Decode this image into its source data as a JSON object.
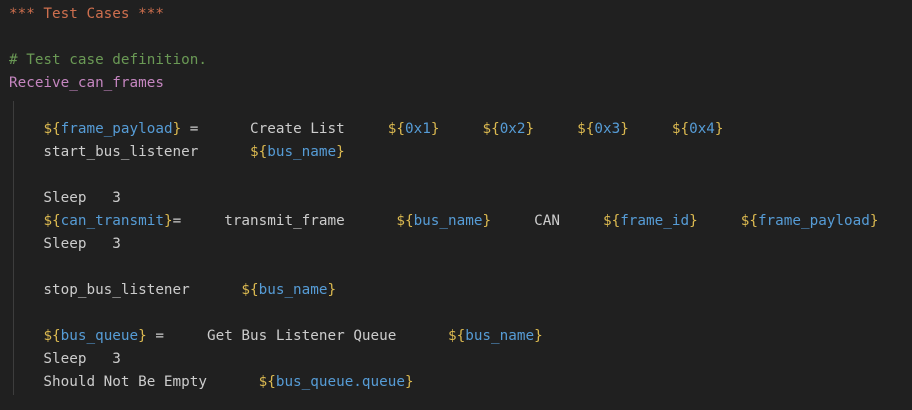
{
  "editor": {
    "language_hint": "robotframework-test-file"
  },
  "colors": {
    "background": "#202020",
    "text": "#CCCCCC",
    "header": "#CE6F4E",
    "comment": "#6A9955",
    "testcase": "#C586C0",
    "vd": "#DBB950",
    "vn": "#569CD6",
    "indentGuide": "#3D3D3D"
  },
  "code": {
    "lines": [
      [
        {
          "t": "*** Test Cases ***",
          "c": "header"
        }
      ],
      [],
      [
        {
          "t": "# Test case definition.",
          "c": "comment"
        }
      ],
      [
        {
          "t": "Receive_can_frames",
          "c": "testcase"
        }
      ],
      [],
      [
        {
          "t": "    ",
          "c": "text"
        },
        {
          "t": "${",
          "c": "vd"
        },
        {
          "t": "frame_payload",
          "c": "vn"
        },
        {
          "t": "}",
          "c": "vd"
        },
        {
          "t": " =      Create List     ",
          "c": "text"
        },
        {
          "t": "${",
          "c": "vd"
        },
        {
          "t": "0x1",
          "c": "vn"
        },
        {
          "t": "}",
          "c": "vd"
        },
        {
          "t": "     ",
          "c": "text"
        },
        {
          "t": "${",
          "c": "vd"
        },
        {
          "t": "0x2",
          "c": "vn"
        },
        {
          "t": "}",
          "c": "vd"
        },
        {
          "t": "     ",
          "c": "text"
        },
        {
          "t": "${",
          "c": "vd"
        },
        {
          "t": "0x3",
          "c": "vn"
        },
        {
          "t": "}",
          "c": "vd"
        },
        {
          "t": "     ",
          "c": "text"
        },
        {
          "t": "${",
          "c": "vd"
        },
        {
          "t": "0x4",
          "c": "vn"
        },
        {
          "t": "}",
          "c": "vd"
        }
      ],
      [
        {
          "t": "    start_bus_listener      ",
          "c": "text"
        },
        {
          "t": "${",
          "c": "vd"
        },
        {
          "t": "bus_name",
          "c": "vn"
        },
        {
          "t": "}",
          "c": "vd"
        }
      ],
      [],
      [
        {
          "t": "    Sleep   3",
          "c": "text"
        }
      ],
      [
        {
          "t": "    ",
          "c": "text"
        },
        {
          "t": "${",
          "c": "vd"
        },
        {
          "t": "can_transmit",
          "c": "vn"
        },
        {
          "t": "}",
          "c": "vd"
        },
        {
          "t": "=     transmit_frame      ",
          "c": "text"
        },
        {
          "t": "${",
          "c": "vd"
        },
        {
          "t": "bus_name",
          "c": "vn"
        },
        {
          "t": "}",
          "c": "vd"
        },
        {
          "t": "     CAN     ",
          "c": "text"
        },
        {
          "t": "${",
          "c": "vd"
        },
        {
          "t": "frame_id",
          "c": "vn"
        },
        {
          "t": "}",
          "c": "vd"
        },
        {
          "t": "     ",
          "c": "text"
        },
        {
          "t": "${",
          "c": "vd"
        },
        {
          "t": "frame_payload",
          "c": "vn"
        },
        {
          "t": "}",
          "c": "vd"
        }
      ],
      [
        {
          "t": "    Sleep   3",
          "c": "text"
        }
      ],
      [],
      [
        {
          "t": "    stop_bus_listener      ",
          "c": "text"
        },
        {
          "t": "${",
          "c": "vd"
        },
        {
          "t": "bus_name",
          "c": "vn"
        },
        {
          "t": "}",
          "c": "vd"
        }
      ],
      [],
      [
        {
          "t": "    ",
          "c": "text"
        },
        {
          "t": "${",
          "c": "vd"
        },
        {
          "t": "bus_queue",
          "c": "vn"
        },
        {
          "t": "}",
          "c": "vd"
        },
        {
          "t": " =     Get Bus Listener Queue      ",
          "c": "text"
        },
        {
          "t": "${",
          "c": "vd"
        },
        {
          "t": "bus_name",
          "c": "vn"
        },
        {
          "t": "}",
          "c": "vd"
        }
      ],
      [
        {
          "t": "    Sleep   3",
          "c": "text"
        }
      ],
      [
        {
          "t": "    Should Not Be Empty      ",
          "c": "text"
        },
        {
          "t": "${",
          "c": "vd"
        },
        {
          "t": "bus_queue.queue",
          "c": "vn"
        },
        {
          "t": "}",
          "c": "vd"
        }
      ]
    ]
  }
}
